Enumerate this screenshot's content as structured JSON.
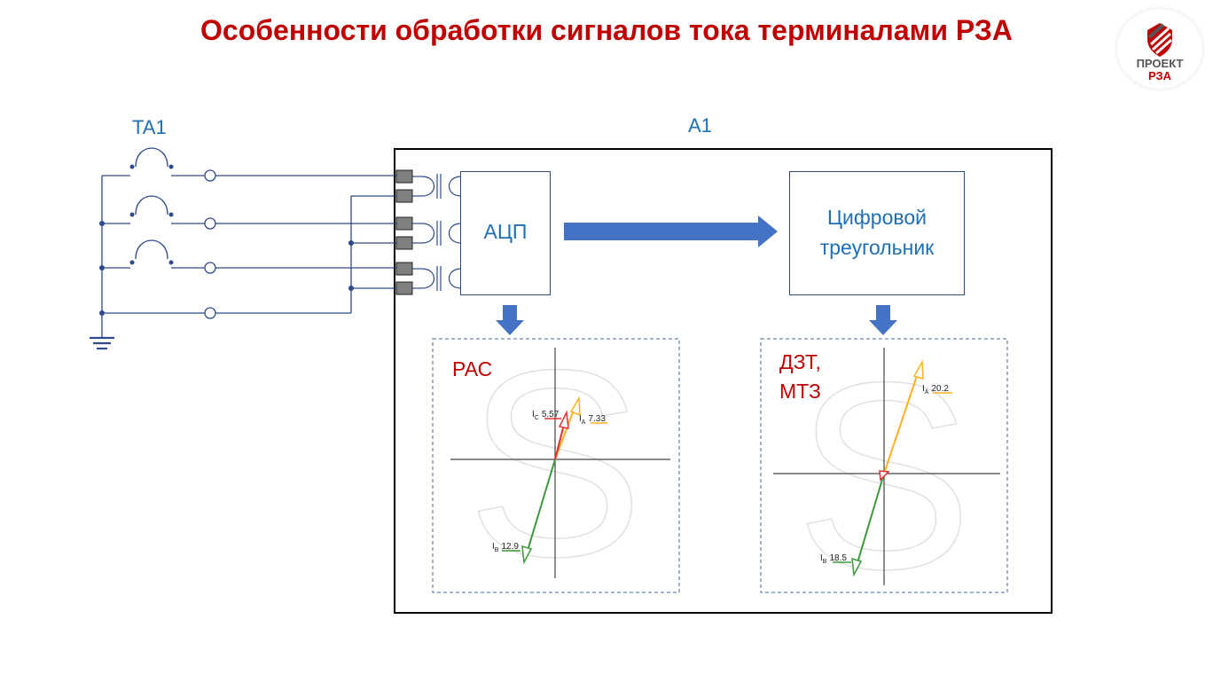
{
  "title": "Особенности обработки сигналов тока терминалами РЗА",
  "logo": {
    "line1": "ПРОЕКТ",
    "line2": "РЗА"
  },
  "labels": {
    "ta1": "TA1",
    "a1": "A1"
  },
  "blocks": {
    "adc": "АЦП",
    "digital_delta_1": "Цифровой",
    "digital_delta_2": "треугольник"
  },
  "charts": {
    "left": {
      "name": "РАС",
      "phasors": [
        {
          "sym": "I",
          "sub": "C",
          "value": "5.57",
          "color": "#e03030"
        },
        {
          "sym": "I",
          "sub": "A",
          "value": "7.33",
          "color": "#ffb020"
        },
        {
          "sym": "I",
          "sub": "B",
          "value": "12.9",
          "color": "#3a9a3a"
        }
      ]
    },
    "right": {
      "name_1": "ДЗТ,",
      "name_2": "МТЗ",
      "phasors": [
        {
          "sym": "I",
          "sub": "A",
          "value": "20.2",
          "color": "#ffb020"
        },
        {
          "sym": "I",
          "sub": "B",
          "value": "18.5",
          "color": "#3a9a3a"
        }
      ]
    }
  },
  "colors": {
    "title": "#c00000",
    "accent_blue": "#1f6fb5",
    "arrow_blue": "#4472c4",
    "wire": "#2e4a8a",
    "terminal": "#808080"
  },
  "icons": [
    "ground-icon",
    "arrow-right-icon",
    "arrow-down-icon",
    "watermark-s-icon",
    "logo-icon"
  ]
}
